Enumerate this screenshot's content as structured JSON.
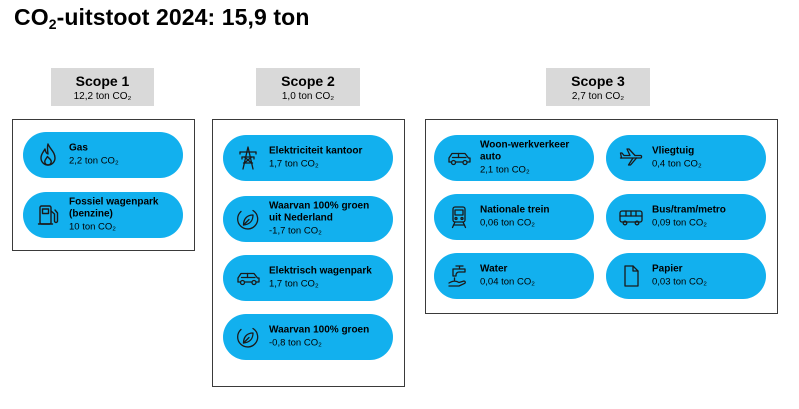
{
  "title": {
    "prefix": "CO",
    "sub": "2",
    "suffix": "-uitstoot 2024: 15,9 ton"
  },
  "scopes": [
    {
      "name": "Scope 1",
      "total": "12,2 ton CO₂",
      "items": [
        {
          "label": "Gas",
          "value": "2,2 ton CO₂",
          "icon": "flame-icon"
        },
        {
          "label": "Fossiel wagenpark (benzine)",
          "value": "10 ton CO₂",
          "icon": "fuel-pump-icon"
        }
      ]
    },
    {
      "name": "Scope 2",
      "total": "1,0 ton CO₂",
      "items": [
        {
          "label": "Elektriciteit kantoor",
          "value": "1,7 ton CO₂",
          "icon": "power-pylon-icon"
        },
        {
          "label": "Waarvan 100% groen uit Nederland",
          "value": "-1,7 ton CO₂",
          "icon": "eco-leaf-icon"
        },
        {
          "label": "Elektrisch wagenpark",
          "value": "1,7 ton CO₂",
          "icon": "car-icon"
        },
        {
          "label": "Waarvan 100% groen",
          "value": "-0,8 ton CO₂",
          "icon": "eco-leaf-icon"
        }
      ]
    },
    {
      "name": "Scope 3",
      "total": "2,7 ton CO₂",
      "items": [
        {
          "label": "Woon-werkverkeer auto",
          "value": "2,1 ton CO₂",
          "icon": "car-icon"
        },
        {
          "label": "Vliegtuig",
          "value": "0,4 ton CO₂",
          "icon": "airplane-icon"
        },
        {
          "label": "Nationale trein",
          "value": "0,06 ton CO₂",
          "icon": "train-icon"
        },
        {
          "label": "Bus/tram/metro",
          "value": "0,09 ton CO₂",
          "icon": "bus-icon"
        },
        {
          "label": "Water",
          "value": "0,04 ton CO₂",
          "icon": "water-tap-icon"
        },
        {
          "label": "Papier",
          "value": "0,03 ton CO₂",
          "icon": "paper-icon"
        }
      ]
    }
  ]
}
